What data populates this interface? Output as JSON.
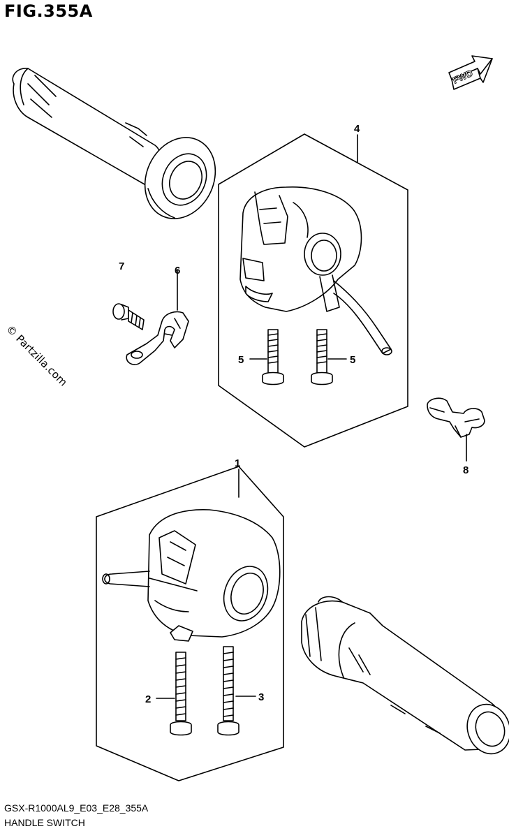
{
  "figure": {
    "title": "FIG.355A",
    "footer_code": "GSX-R1000AL9_E03_E28_355A",
    "footer_name": "HANDLE SWITCH",
    "watermark": "© Partzilla.com",
    "fwd_label": "FWD"
  },
  "callouts": {
    "c1": "1",
    "c2": "2",
    "c3": "3",
    "c4": "4",
    "c5a": "5",
    "c5b": "5",
    "c6": "6",
    "c7": "7",
    "c8": "8"
  }
}
